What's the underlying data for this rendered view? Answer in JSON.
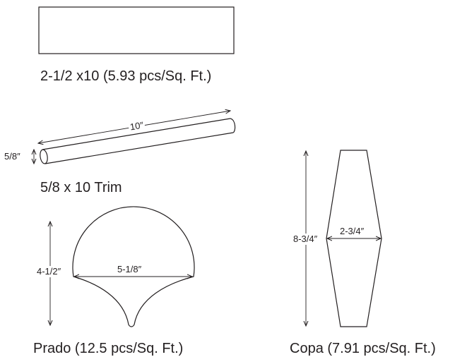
{
  "tiles": {
    "rectangle": {
      "caption": "2-1/2 x10 (5.93 pcs/Sq. Ft.)"
    },
    "trim": {
      "caption": "5/8 x 10 Trim",
      "length_dim": "10″",
      "height_dim": "5/8″"
    },
    "prado": {
      "caption": "Prado (12.5 pcs/Sq. Ft.)",
      "height_dim": "4-1/2″",
      "width_dim": "5-1/8″"
    },
    "copa": {
      "caption": "Copa (7.91 pcs/Sq. Ft.)",
      "height_dim": "8-3/4″",
      "width_dim": "2-3/4″"
    }
  }
}
